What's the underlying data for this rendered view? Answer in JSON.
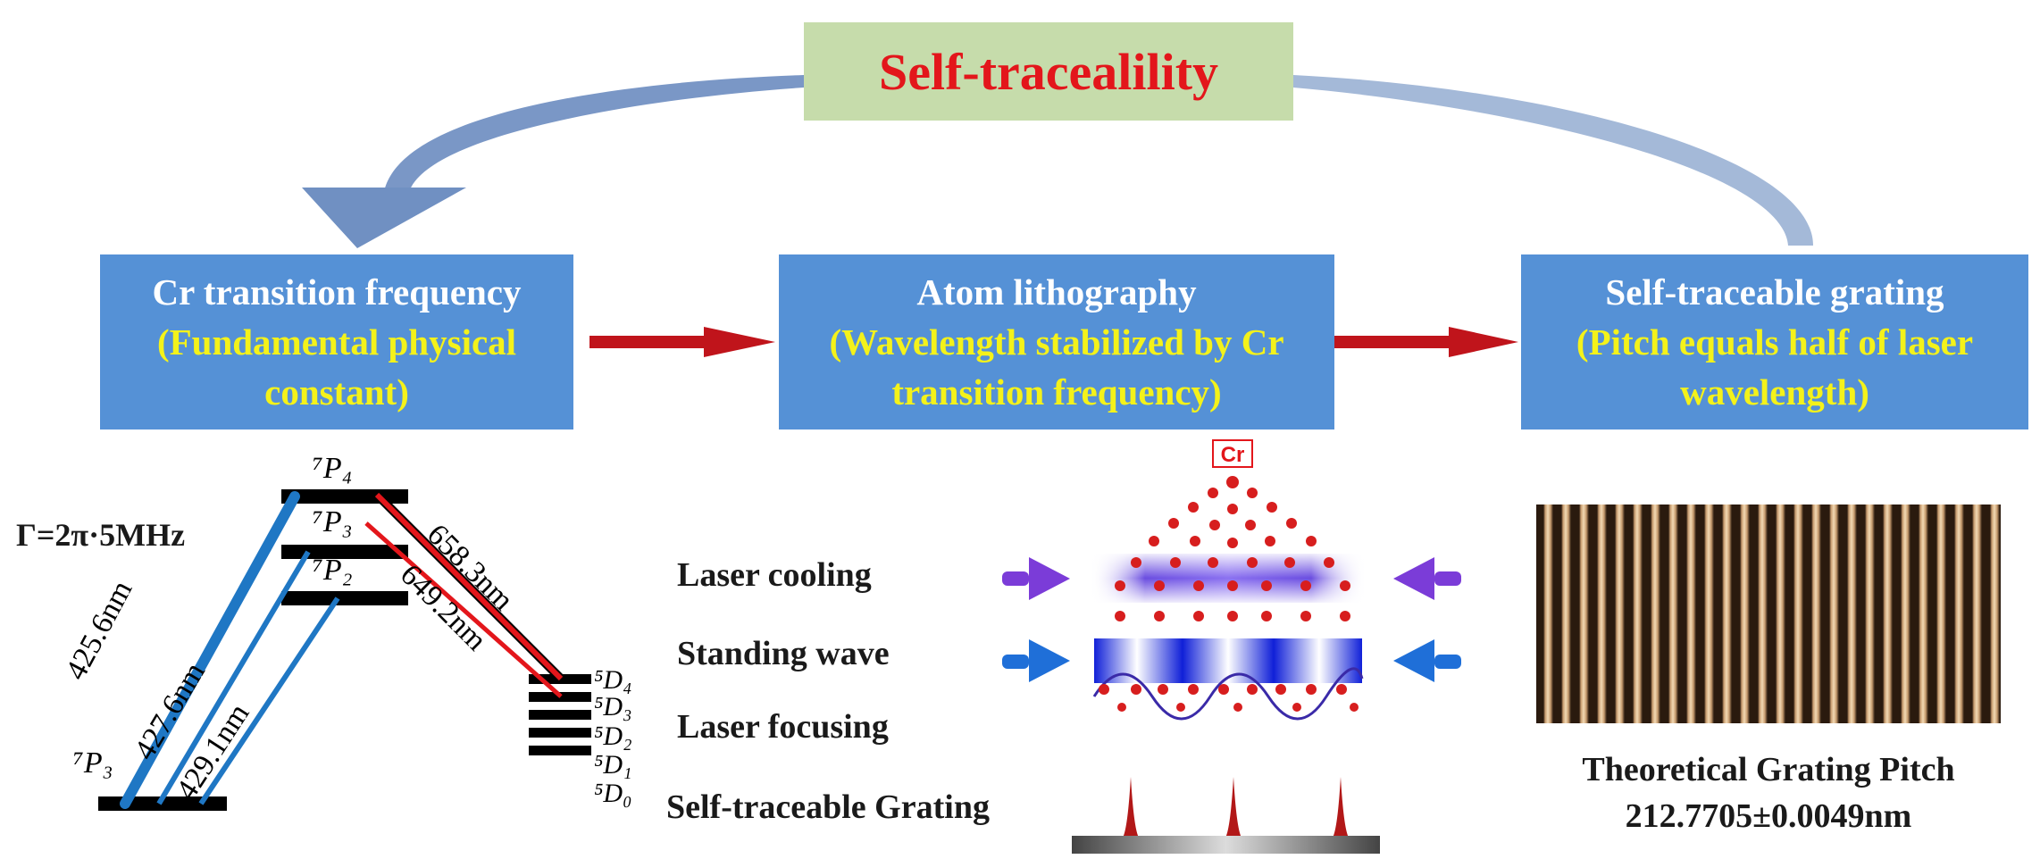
{
  "title": "Self-tracealility",
  "boxes": [
    {
      "head": "Cr transition frequency",
      "sub": "(Fundamental physical constant)"
    },
    {
      "head": "Atom lithography",
      "sub": "(Wavelength stabilized by Cr transition frequency)"
    },
    {
      "head": "Self-traceable grating",
      "sub": "(Pitch equals half of laser wavelength)"
    }
  ],
  "energy": {
    "gamma": "Γ=2π·5MHz",
    "levels": {
      "p4_upper": "⁷P₄",
      "p3_upper": "⁷P₃",
      "p2_upper": "⁷P₂",
      "p3_lower": "⁷P₃",
      "d4": "⁵D₄",
      "d3": "⁵D₃",
      "d2": "⁵D₂",
      "d1": "⁵D₁",
      "d0": "⁵D₀"
    },
    "transitions": {
      "t425": "425.6nm",
      "t427": "427.6nm",
      "t429": "429.1nm",
      "t658": "658.3nm",
      "t649": "649.2nm"
    },
    "colors": {
      "blue": "#1f77c4",
      "red": "#e3161b"
    }
  },
  "lithography": {
    "element": "Cr",
    "labels": [
      "Laser cooling",
      "Standing wave",
      "Laser focusing",
      "Self-traceable Grating"
    ]
  },
  "grating": {
    "caption_line1": "Theoretical Grating Pitch",
    "caption_line2": "212.7705±0.0049nm"
  }
}
